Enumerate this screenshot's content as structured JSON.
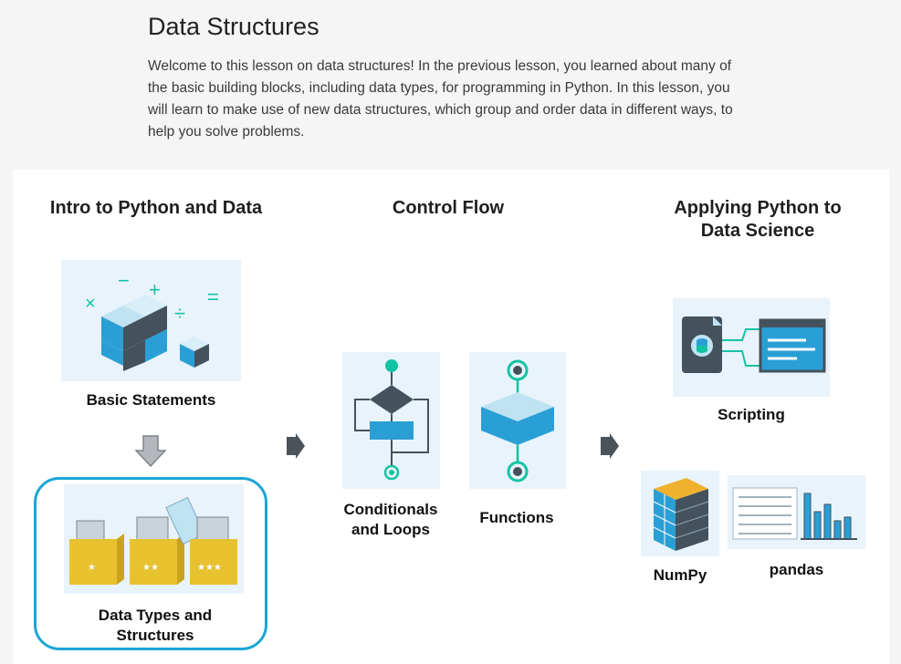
{
  "lesson": {
    "title": "Data Structures",
    "intro": "Welcome to this lesson on data structures! In the previous lesson, you learned about many of the basic building blocks, including data types, for programming in Python. In this lesson, you will learn to make use of new data structures, which group and order data in different ways, to help you solve problems."
  },
  "roadmap": {
    "col1_title": "Intro to Python and Data",
    "col2_title": "Control Flow",
    "col3_title": "Applying Python to Data Science",
    "basic_statements": "Basic Statements",
    "data_types": "Data Types and Structures",
    "conditionals": "Conditionals and Loops",
    "functions": "Functions",
    "scripting": "Scripting",
    "numpy": "NumPy",
    "pandas": "pandas",
    "symbols": {
      "minus": "−",
      "plus": "+",
      "times": "×",
      "divide": "÷",
      "equals": "="
    }
  },
  "colors": {
    "accent": "#1ba6d6",
    "teal": "#14c3a4",
    "cube_dark": "#44525e",
    "cube_blue": "#2a9fd6",
    "box_yellow": "#e8c12f"
  }
}
